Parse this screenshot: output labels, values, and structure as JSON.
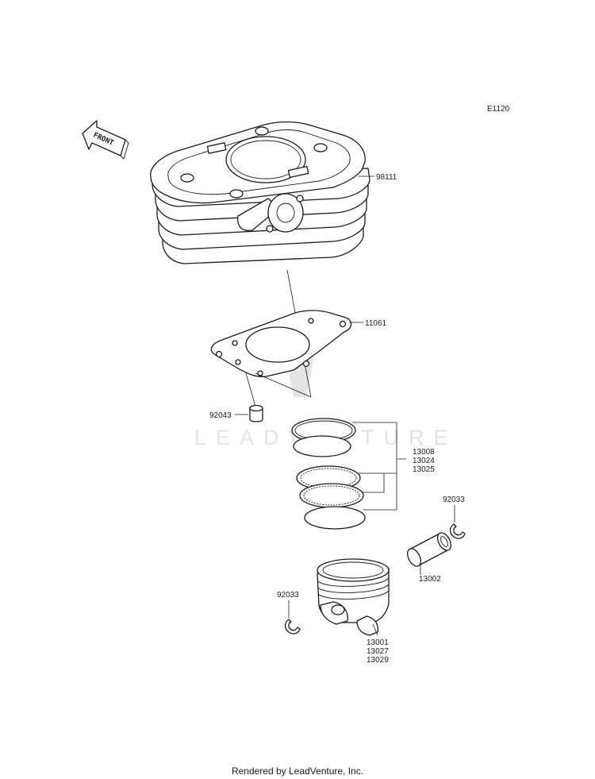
{
  "diagram_code": "E1120",
  "front_arrow_label": "FRONT",
  "watermark_text": "LEADVENTURE",
  "footer_text": "Rendered by LeadVenture, Inc.",
  "callouts": {
    "cylinder": [
      "98111"
    ],
    "gasket": [
      "11061"
    ],
    "dowel": [
      "92043"
    ],
    "rings": [
      "13008",
      "13024",
      "13025"
    ],
    "circlip_right": [
      "92033"
    ],
    "piston_pin": [
      "13002"
    ],
    "circlip_left": [
      "92033"
    ],
    "piston": [
      "13001",
      "13027",
      "13029"
    ]
  }
}
